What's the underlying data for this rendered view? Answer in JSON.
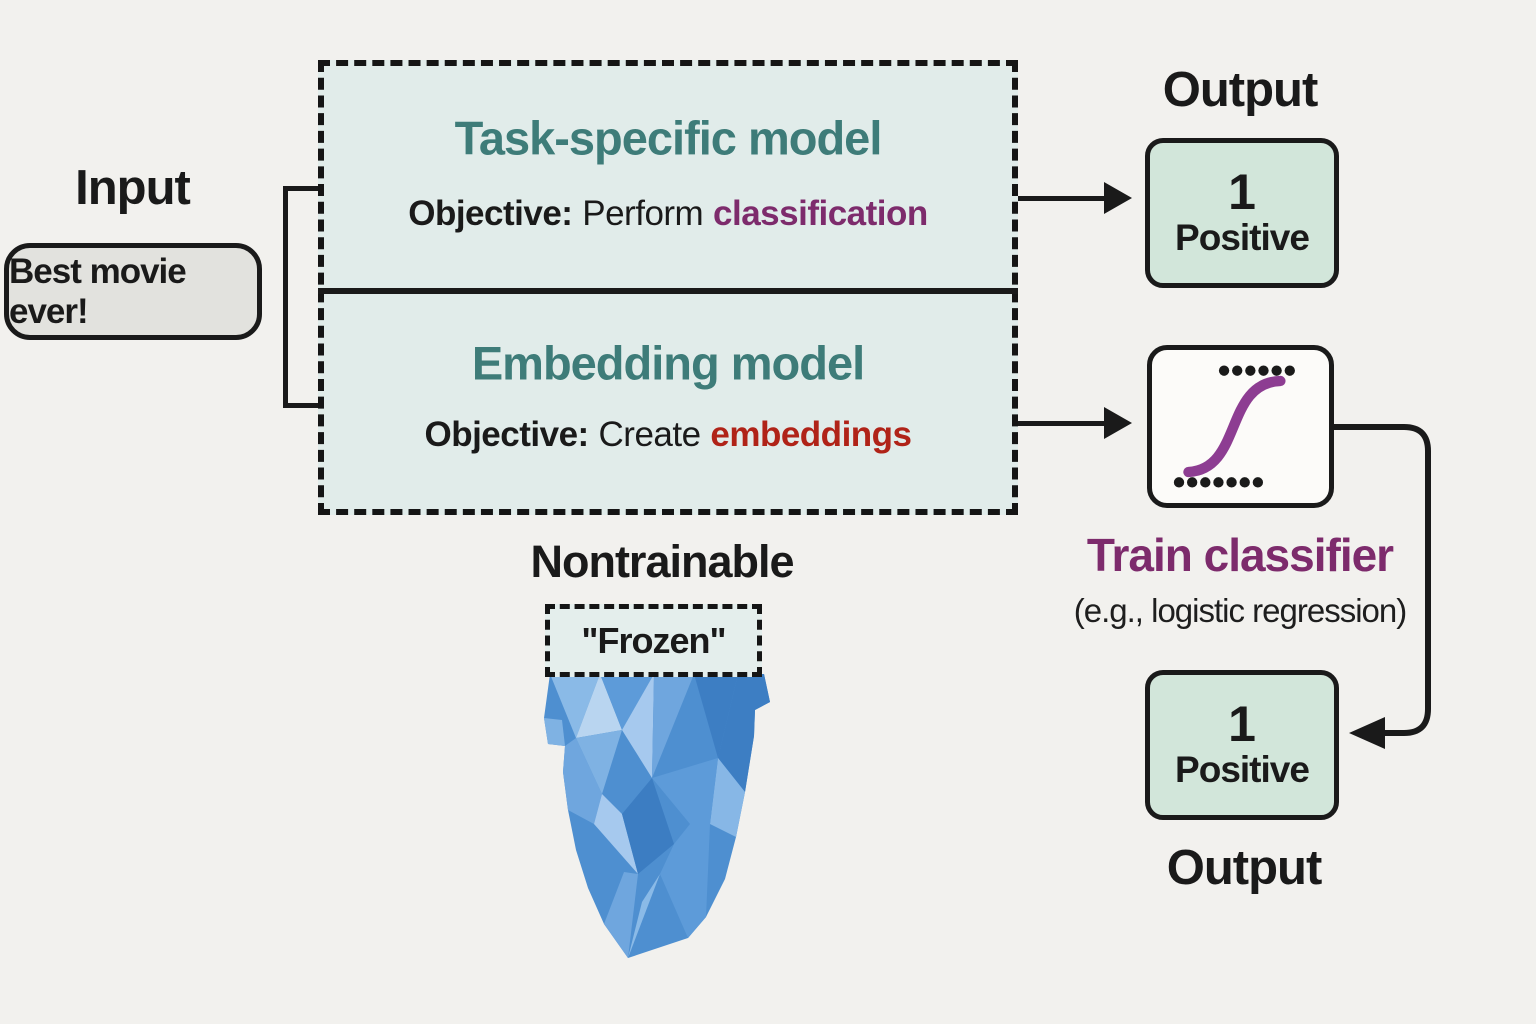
{
  "palette": {
    "background": "#F2F1EE",
    "model_box_fill": "#E1ECEA",
    "teal_heading": "#3E7C79",
    "purple_highlight": "#7D2B6C",
    "red_highlight": "#B02318",
    "result_box_fill": "#D2E6DA",
    "input_box_fill": "#E2E2DE",
    "ink": "#1A1A1A",
    "sigmoid_purple": "#8D3D92",
    "iceberg_blue": "#4E8FD0"
  },
  "input": {
    "label": "Input",
    "box_text": "Best movie ever!"
  },
  "model_box": {
    "task_model": {
      "title": "Task-specific model",
      "objective_label": "Objective:",
      "objective_plain": "Perform",
      "objective_highlight": "classification"
    },
    "embedding_model": {
      "title": "Embedding model",
      "objective_label": "Objective:",
      "objective_plain": "Create",
      "objective_highlight": "embeddings"
    }
  },
  "outputs": {
    "top": {
      "label": "Output",
      "value": "1",
      "caption": "Positive"
    },
    "bottom": {
      "label": "Output",
      "value": "1",
      "caption": "Positive"
    }
  },
  "classifier": {
    "icon": "sigmoid-curve-icon",
    "title": "Train classifier",
    "subtitle": "(e.g., logistic regression)"
  },
  "frozen": {
    "nontrainable_label": "Nontrainable",
    "frozen_label": "\"Frozen\"",
    "icon": "iceberg-icon"
  }
}
